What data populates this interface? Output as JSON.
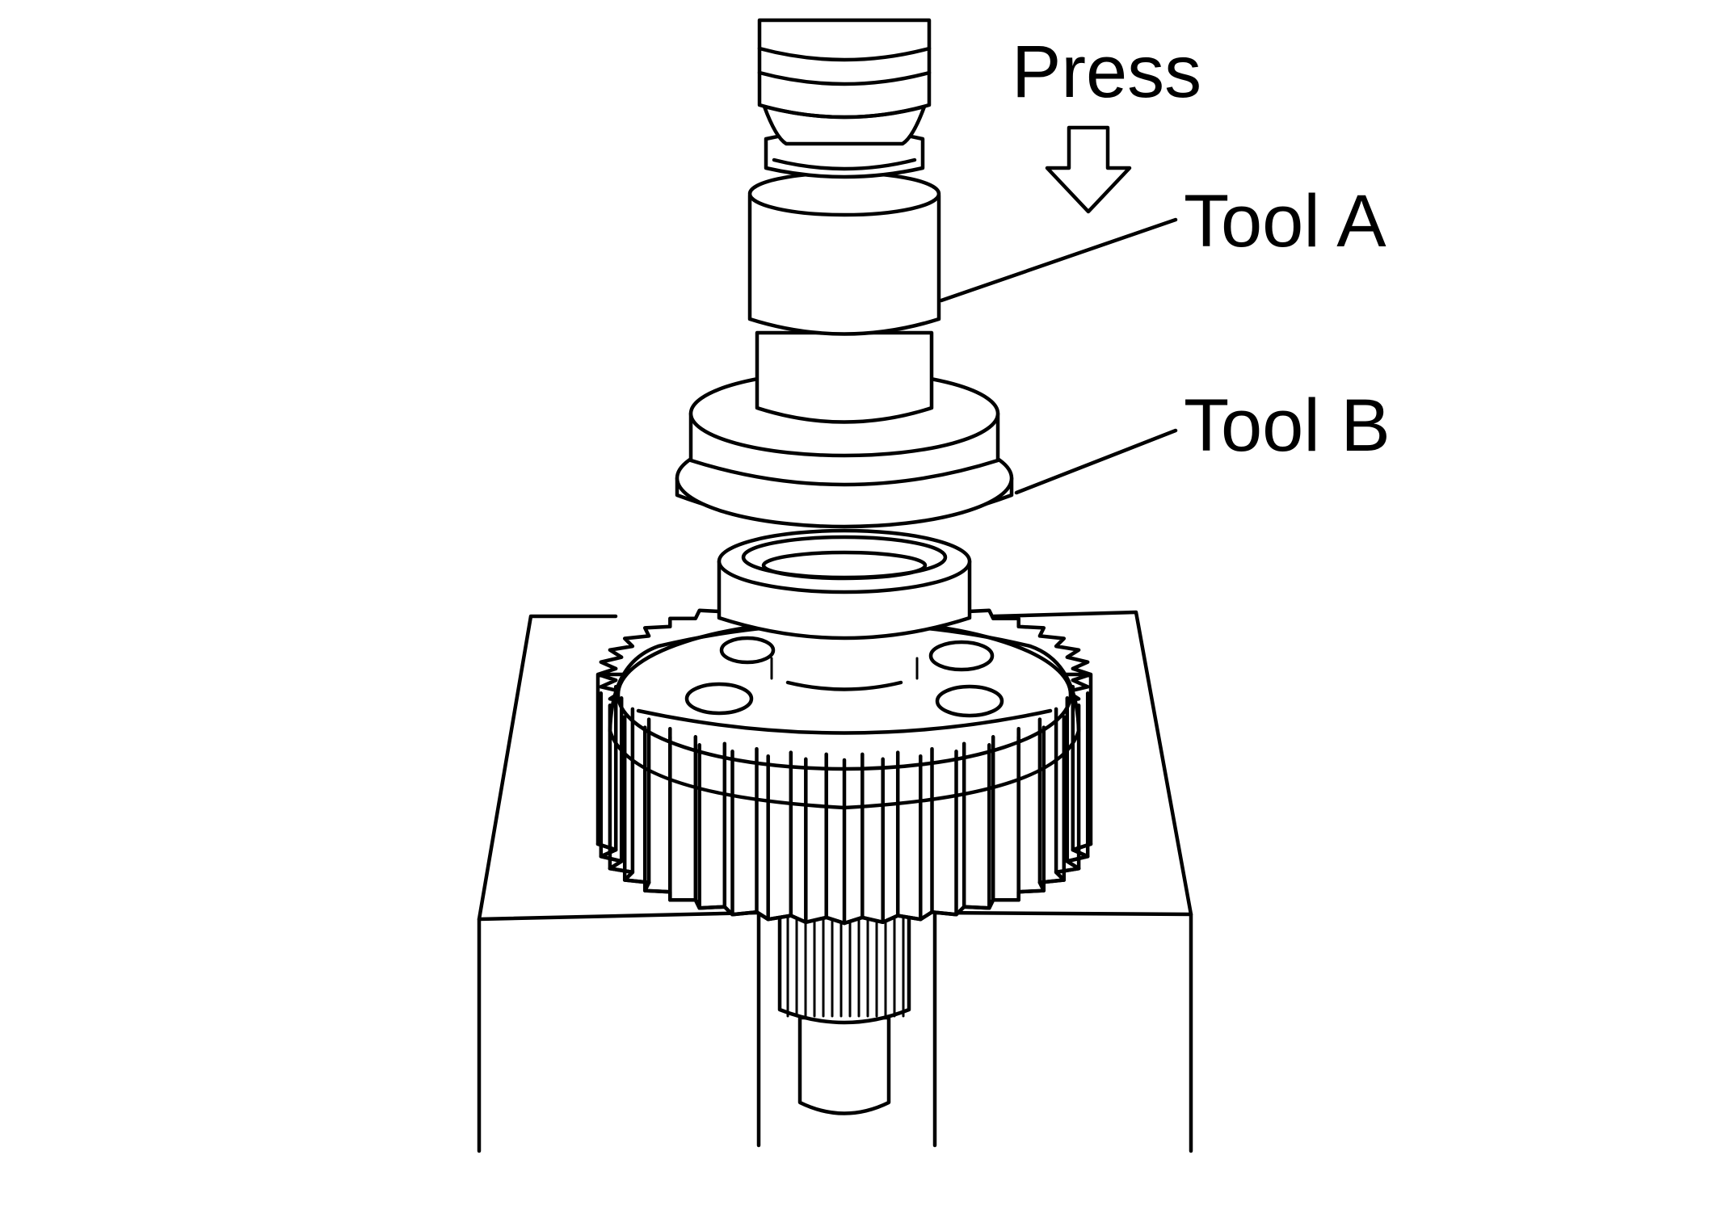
{
  "labels": {
    "press": "Press",
    "tool_a": "Tool A",
    "tool_b": "Tool B"
  },
  "colors": {
    "line": "#000000",
    "background": "#ffffff"
  }
}
